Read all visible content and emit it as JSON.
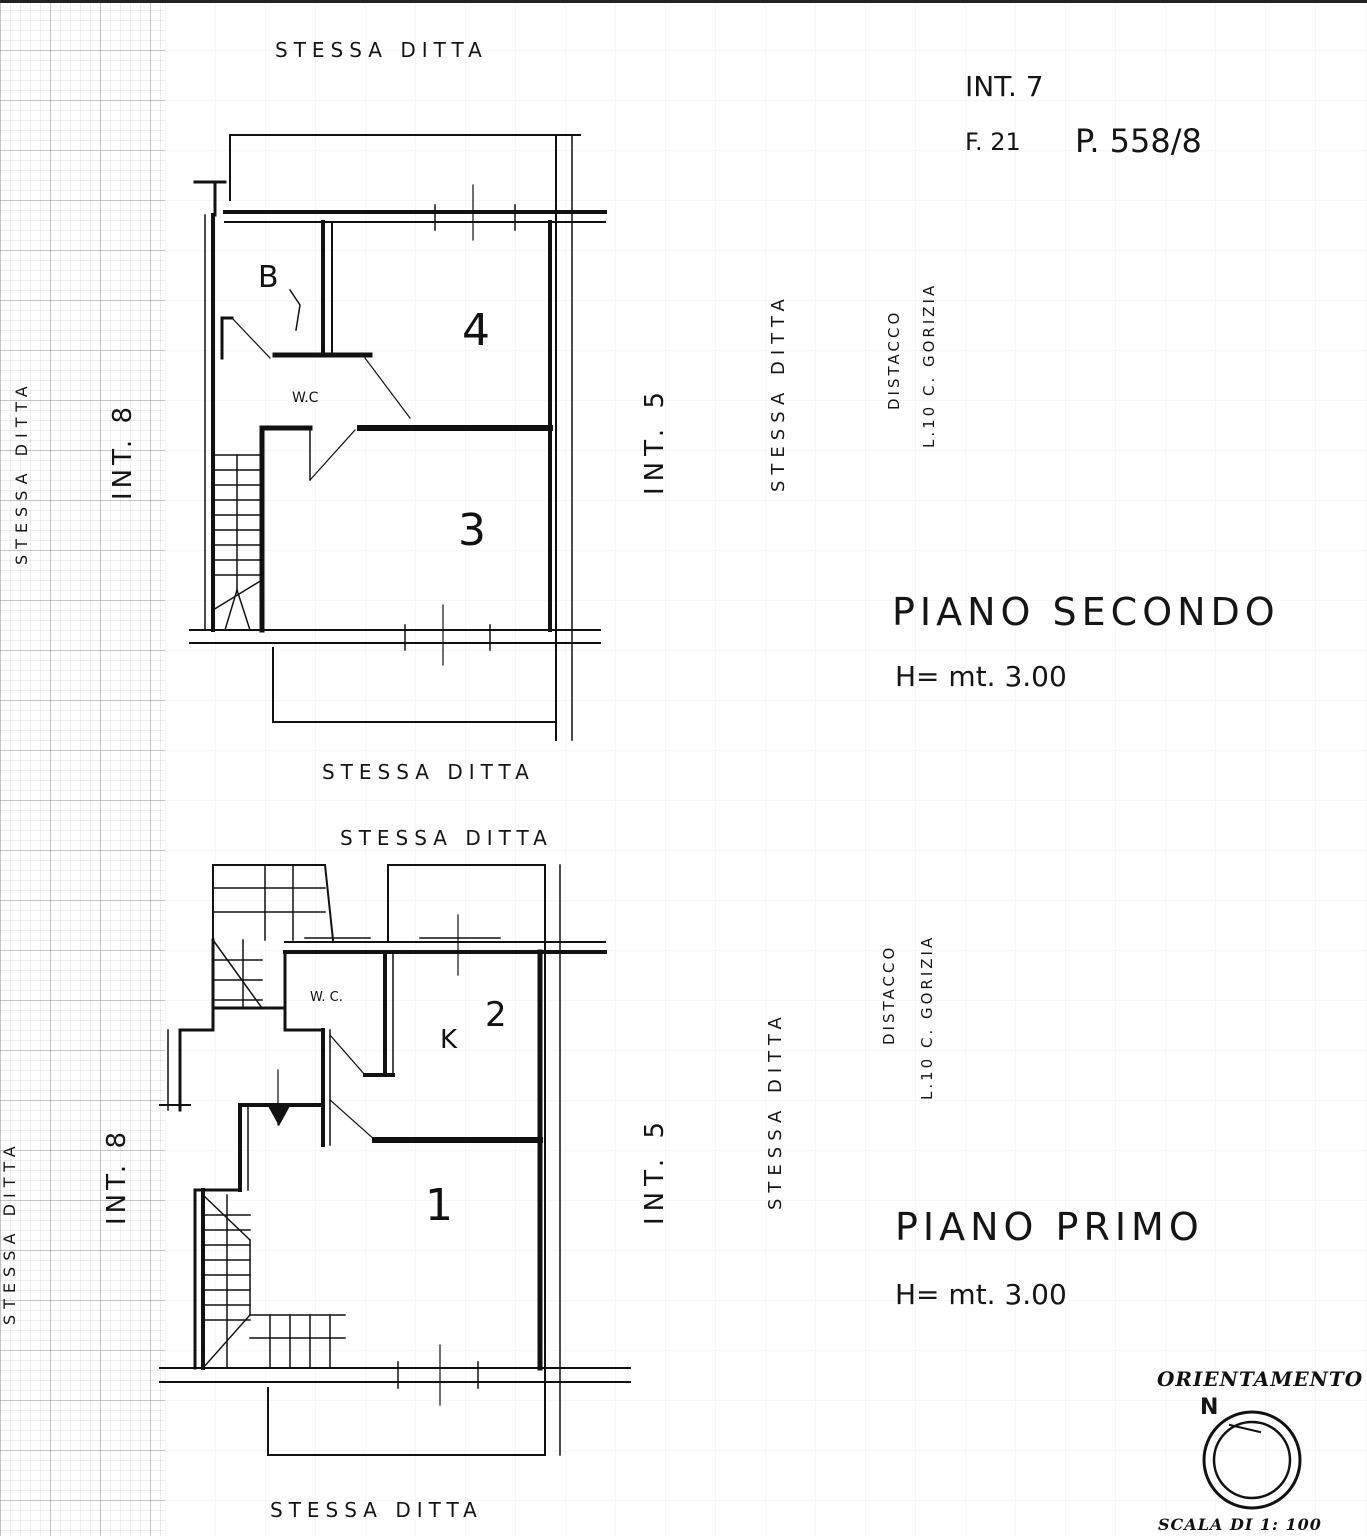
{
  "labels": {
    "stessa_ditta": "STESSA DITTA",
    "stessa_ditta_split": [
      "STESSA",
      "DITTA"
    ],
    "int7": "INT. 7",
    "foglio": "F. 21",
    "particella": "P. 558/8",
    "int5": "INT. 5",
    "int8": "INT. 8",
    "distacco_prefix": "DISTACCO",
    "distacco_detail": "L.10 C. GORIZIA",
    "piano_secondo": "PIANO SECONDO",
    "piano_secondo_h": "H= mt. 3.00",
    "piano_primo": "PIANO PRIMO",
    "piano_primo_h": "H= mt. 3.00",
    "orientamento": "ORIENTAMENTO",
    "north": "N",
    "scala": "SCALA DI 1: 100"
  },
  "rooms_upper": {
    "r1": "B",
    "r2": "4",
    "r3": "3",
    "r4": "W.C"
  },
  "rooms_lower": {
    "r1": "1",
    "r2": "2",
    "r3": "K",
    "r4": "W. C."
  }
}
